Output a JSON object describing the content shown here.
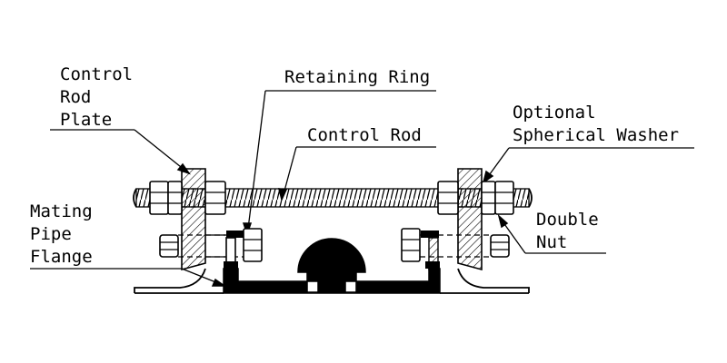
{
  "labels": {
    "control_rod_plate": [
      "Control",
      "Rod",
      "Plate"
    ],
    "retaining_ring": "Retaining Ring",
    "control_rod": "Control Rod",
    "optional_spherical_washer": [
      "Optional",
      "Spherical Washer"
    ],
    "mating_pipe_flange": [
      "Mating",
      "Pipe",
      "Flange"
    ],
    "double_nut": [
      "Double",
      "Nut"
    ]
  }
}
